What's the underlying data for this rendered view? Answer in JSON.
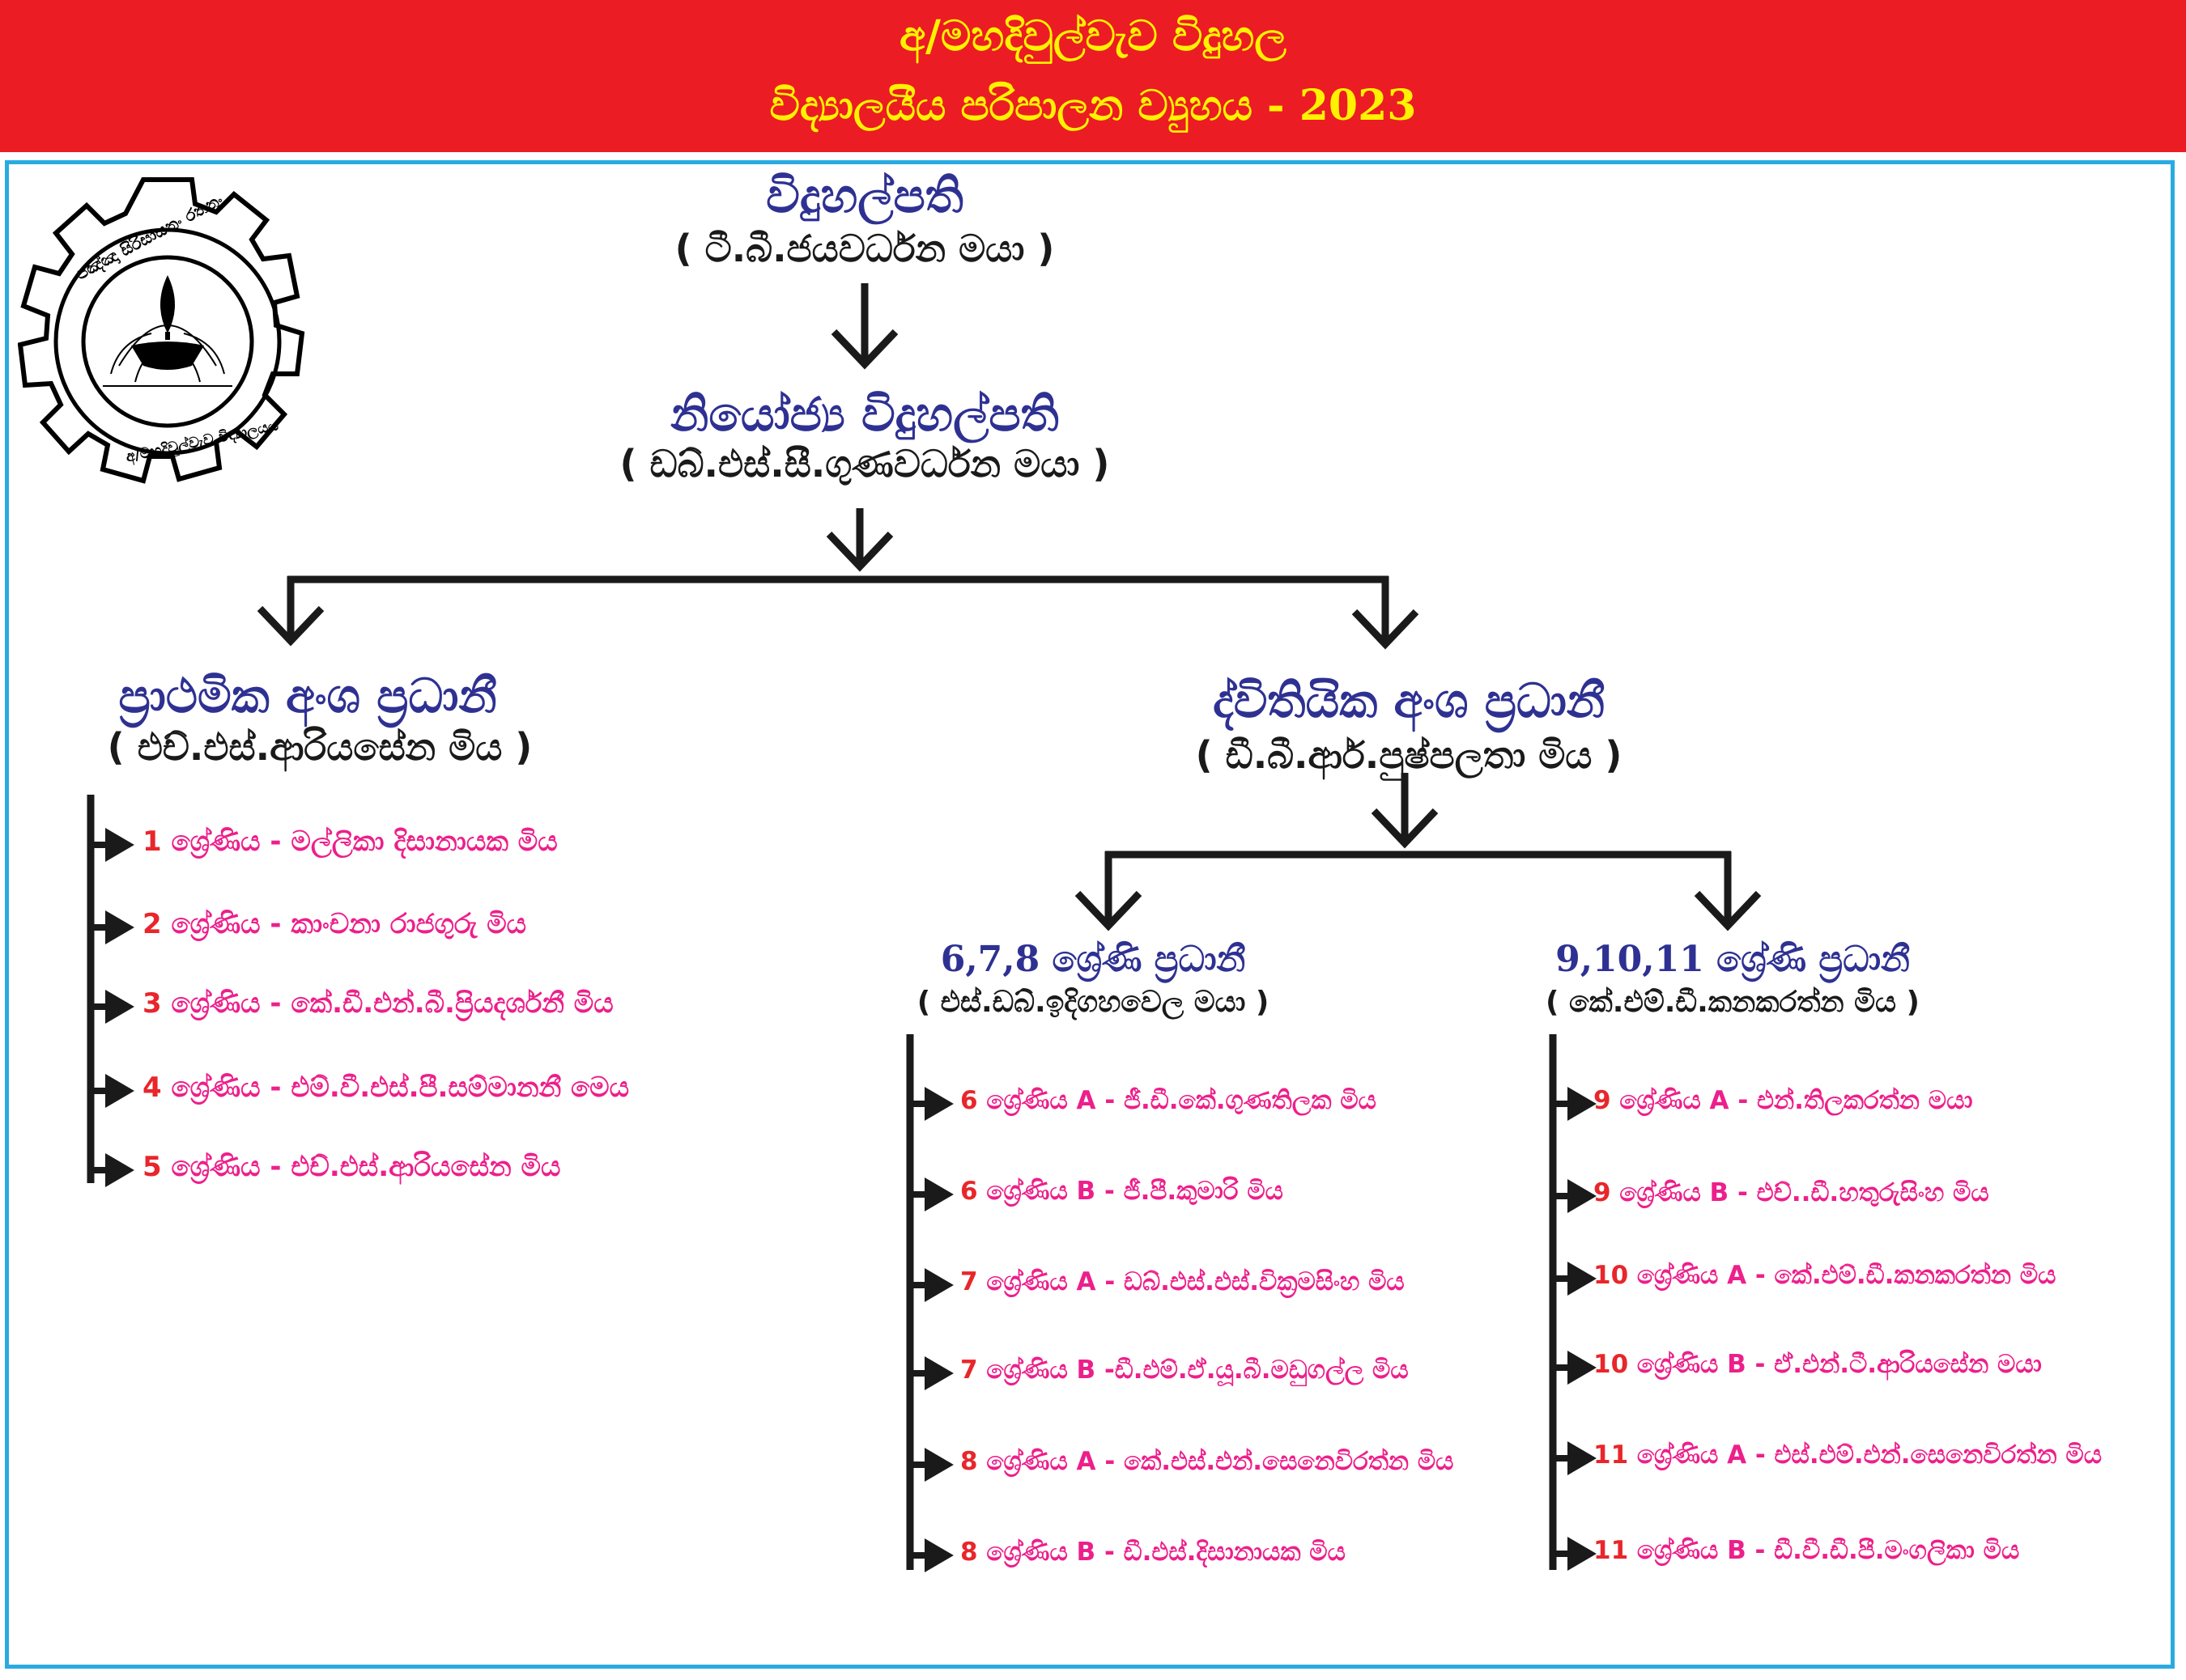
{
  "banner": {
    "line1": "අ/මහදිවුල්වැව විදුහල",
    "line2": "විද්‍යාලයීය පරිපාලන ව්‍යුහය - 2023"
  },
  "logo": {
    "icon": "school-crest-lamp-icon",
    "ring_text": "පඤ්ඤා සිරිසාසනං රතනං  අ/මහදිවුල්වැව විද්‍යාලයය"
  },
  "colors": {
    "banner": "#ec1c24",
    "banner_text": "#fff200",
    "frame": "#29abe2",
    "title": "#2e3192",
    "number": "#e8262b",
    "class_text": "#ed1f8b"
  },
  "principal": {
    "title": "විදුහල්පති",
    "name": "( ටී.බී.ජයවර්ධන මයා )"
  },
  "deputy": {
    "title": "නියෝජ්‍ය විදුහල්පති",
    "name": "( ඩබ්.එස්.සී.ගුණවර්ධන මයා )"
  },
  "primary": {
    "title": "ප්‍රාථමික අංශ ප්‍රධානී",
    "name": "( එච්.එස්.ආරියසේන මිය )",
    "items": [
      {
        "num": "1",
        "text": " ශ්‍රේණිය -  මල්ලිකා දිසානායක මිය"
      },
      {
        "num": "2",
        "text": " ශ්‍රේණිය -  කාංචනා රාජගුරු මිය"
      },
      {
        "num": "3",
        "text": " ශ්‍රේණිය -  කේ.ඩී.එන්.බී.ප්‍රියදර්ශනී මිය"
      },
      {
        "num": "4",
        "text": " ශ්‍රේණිය -  එම්.වී.එස්.පී.සම්මානනී මෙය"
      },
      {
        "num": "5",
        "text": " ශ්‍රේණිය -  එච්.එස්.ආරියසේන මිය"
      }
    ]
  },
  "secondary": {
    "title": "ද්විතියික අංශ ප්‍රධානී",
    "name": "( ඩී.බී.ආර්.පුෂ්පලතා මිය  )"
  },
  "grades_678": {
    "title": "6,7,8 ශ්‍රේණි ප්‍රධානී",
    "name": "( එස්.ඩබ්.ඉදිගහවෙල මයා  )",
    "items": [
      {
        "num": "6",
        "text": " ශ්‍රේණිය A - ජී.ඩී.කේ.ගුණතිලක මිය"
      },
      {
        "num": "6",
        "text": " ශ්‍රේණිය B - ජී.පී.කුමාරි මිය"
      },
      {
        "num": "7",
        "text": " ශ්‍රේණිය A - ඩබ්.එස්.එස්.වික්‍රමසිංහ මිය"
      },
      {
        "num": "7",
        "text": " ශ්‍රේණිය B -ඩී.එම්.ඒ.යූ.බී.මඩුගල්ල මිය"
      },
      {
        "num": "8",
        "text": " ශ්‍රේණිය A - කේ.එස්.එන්.සෙනෙවිරත්න මිය"
      },
      {
        "num": "8",
        "text": " ශ්‍රේණිය B - ඩී.එස්.දිසානායක මිය"
      }
    ]
  },
  "grades_91011": {
    "title": "9,10,11 ශ්‍රේණි ප්‍රධානී",
    "name": "( කේ.එම්.ඩී.කනකරත්න මිය  )",
    "items": [
      {
        "num": "9",
        "text": " ශ්‍රේණිය A - එන්.තිලකරත්න මයා"
      },
      {
        "num": "9",
        "text": " ශ්‍රේණිය B - එච්..ඩී.හතුරුසිංහ මිය"
      },
      {
        "num": "10",
        "text": " ශ්‍රේණිය A - කේ.එම්.ඩී.කනකරත්න මිය"
      },
      {
        "num": "10",
        "text": " ශ්‍රේණිය B - ඒ.එන්.ටී.ආරියසේන මයා"
      },
      {
        "num": "11",
        "text": " ශ්‍රේණිය A - එස්.එම්.එන්.සෙනෙවිරත්න මිය"
      },
      {
        "num": "11",
        "text": " ශ්‍රේණිය B - ඩී.වී.ඩී.පී.මංගලිකා මිය"
      }
    ]
  }
}
